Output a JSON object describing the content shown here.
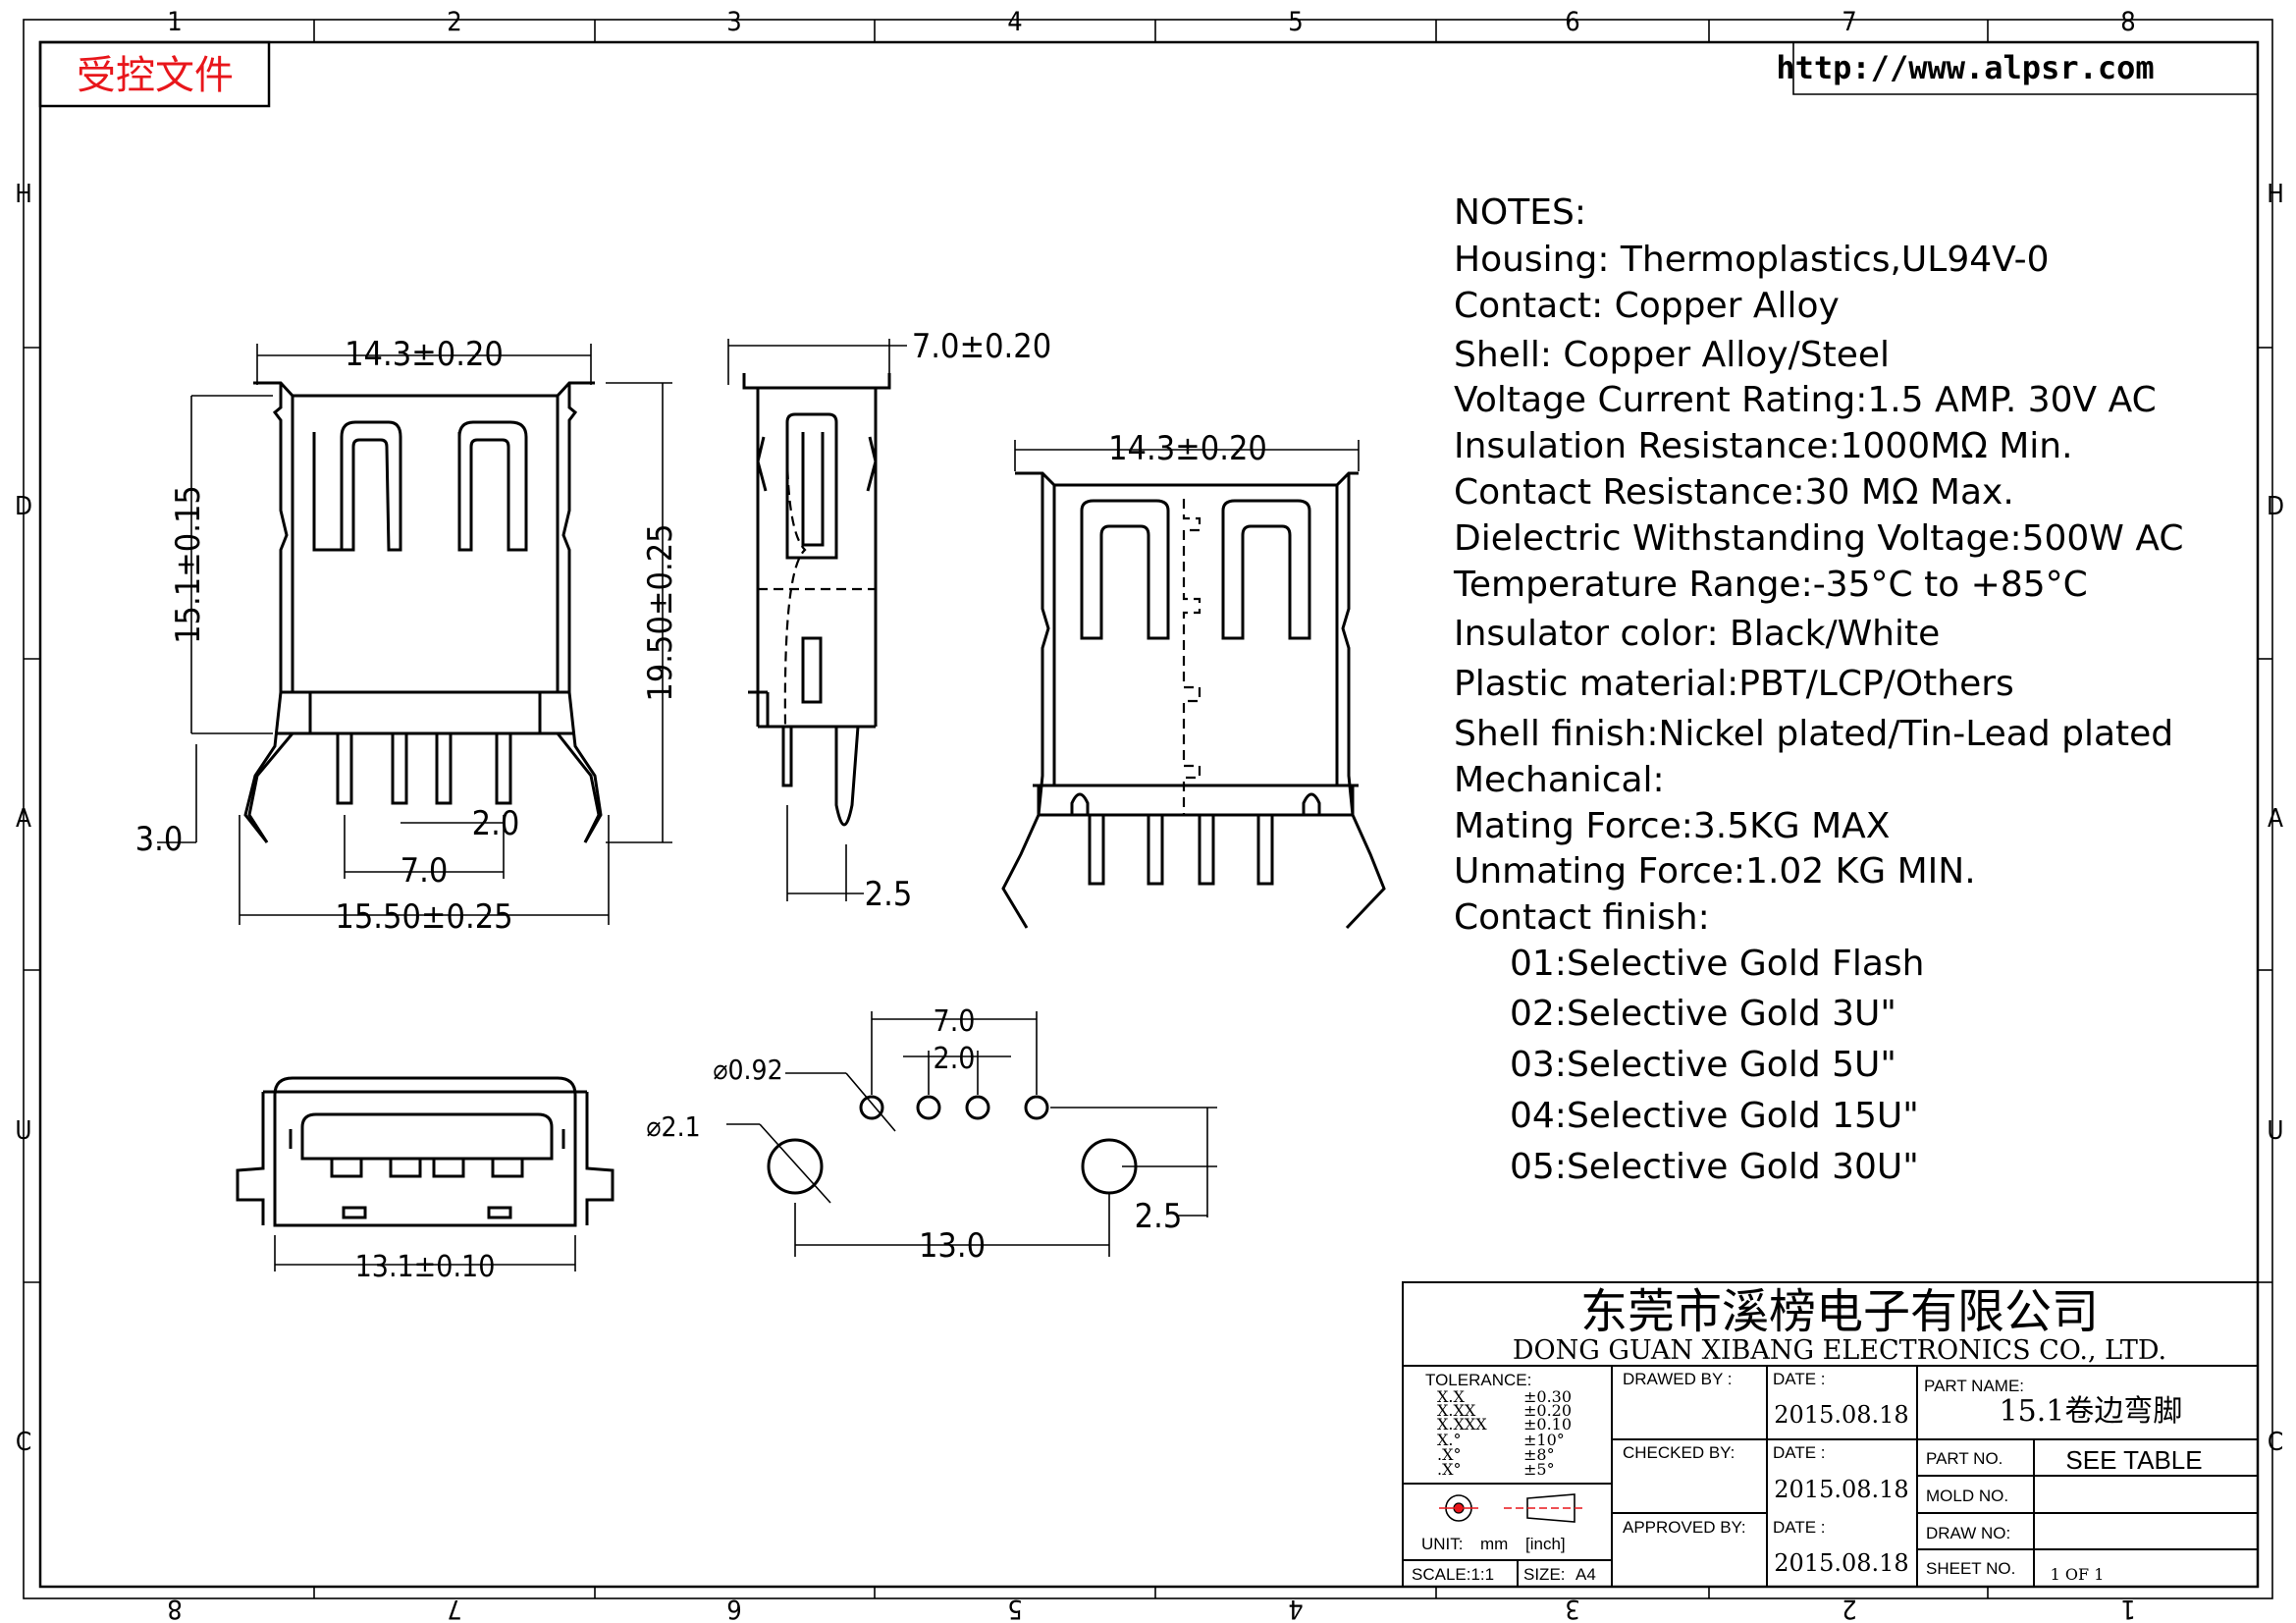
{
  "border": {
    "top_zones": [
      "1",
      "2",
      "3",
      "4",
      "5",
      "6",
      "7",
      "8"
    ],
    "bottom_zones": [
      "8",
      "7",
      "6",
      "5",
      "4",
      "3",
      "2",
      "1"
    ],
    "side_zones": [
      "H",
      "D",
      "A",
      "U",
      "C"
    ]
  },
  "stamp": {
    "label": "受控文件",
    "color": "#e8161b"
  },
  "url": {
    "text": "http://www.alpsr.com"
  },
  "front_view": {
    "width_top": "14.3±0.20",
    "height_left": "15.1±0.15",
    "height_right": "19.50±0.25",
    "offset": "3.0",
    "pitch": "2.0",
    "pin_span": "7.0",
    "width_bottom": "15.50±0.25"
  },
  "side_view": {
    "width": "7.0±0.20",
    "pin_offset": "2.5"
  },
  "rear_view": {
    "width": "14.3±0.20"
  },
  "face_view": {
    "width": "13.1±0.10"
  },
  "footprint": {
    "span": "7.0",
    "pitch": "2.0",
    "small_hole": "⌀0.92",
    "big_hole": "⌀2.1",
    "peg_span": "13.0",
    "peg_offset": "2.5"
  },
  "notes": {
    "title": "NOTES:",
    "lines": [
      "Housing:  Thermoplastics,UL94V-0",
      "Contact:  Copper  Alloy",
      "Shell:  Copper  Alloy/Steel",
      "Voltage  Current  Rating:1.5  AMP.  30V  AC",
      "Insulation  Resistance:1000MΩ  Min.",
      "Contact  Resistance:30  MΩ  Max.",
      "Dielectric  Withstanding  Voltage:500W  AC",
      "Temperature  Range:-35°C  to  +85°C",
      "Insulator  color:  Black/White",
      "Plastic  material:PBT/LCP/Others",
      "Shell  finish:Nickel  plated/Tin-Lead  plated",
      "Mechanical:",
      "Mating  Force:3.5KG  MAX",
      "Unmating  Force:1.02  KG  MIN.",
      "Contact  finish:"
    ],
    "finishes": [
      "01:Selective  Gold  Flash",
      "02:Selective  Gold  3U\"",
      "03:Selective  Gold  5U\"",
      "04:Selective  Gold  15U\"",
      "05:Selective  Gold  30U\""
    ]
  },
  "title_block": {
    "company_cn": "东莞市溪榜电子有限公司",
    "company_en": "DONG GUAN XIBANG ELECTRONICS CO., LTD.",
    "tolerance_label": "TOLERANCE:",
    "tolerances": [
      {
        "key": "X.X",
        "val": "±0.30"
      },
      {
        "key": "X.XX",
        "val": "±0.20"
      },
      {
        "key": "X.XXX",
        "val": "±0.10"
      },
      {
        "key": "X.°",
        "val": "±10°"
      },
      {
        "key": ".X°",
        "val": "±8°"
      },
      {
        "key": ".X°",
        "val": "±5°"
      }
    ],
    "unit_label": "UNIT:",
    "unit_value": "mm",
    "unit_alt": "[inch]",
    "scale_label": "SCALE:1:1",
    "size_label": "SIZE:",
    "size_value": "A4",
    "drawn_by": "DRAWED BY :",
    "checked_by": "CHECKED BY:",
    "approved_by": "APPROVED BY:",
    "date_label": "DATE :",
    "date_1": "2015.08.18",
    "date_2": "2015.08.18",
    "date_3": "2015.08.18",
    "part_name_label": "PART NAME:",
    "part_name": "15.1卷边弯脚",
    "part_no_label": "PART NO.",
    "part_no": "SEE TABLE",
    "mold_no_label": "MOLD NO.",
    "draw_no_label": "DRAW NO:",
    "sheet_no_label": "SHEET NO.",
    "sheet_no": "1 OF 1"
  }
}
